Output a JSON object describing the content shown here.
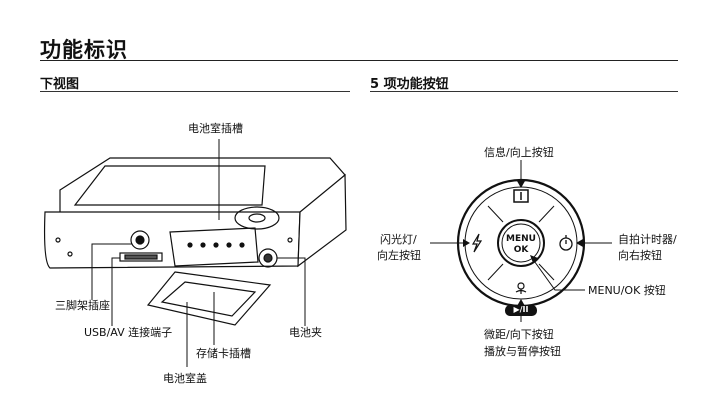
{
  "page": {
    "title": "功能标识",
    "left_section": "下视图",
    "right_section": "5 项功能按钮"
  },
  "bottom_view": {
    "battery_slot": "电池室插槽",
    "tripod_socket": "三脚架插座",
    "usb_av_port": "USB/AV 连接端子",
    "memory_card_slot": "存储卡插槽",
    "battery_cover": "电池室盖",
    "battery_holder": "电池夹"
  },
  "buttons": {
    "up_line1": "信息/向上按钮",
    "left_line1": "闪光灯/",
    "left_line2": "向左按钮",
    "right_line1": "自拍计时器/",
    "right_line2": "向右按钮",
    "menu_ok": "MENU/OK 按钮",
    "down_line1": "微距/向下按钮",
    "down_line2": "播放与暂停按钮",
    "center_menu": "MENU",
    "center_ok": "OK",
    "play_pause": "▶/II"
  }
}
